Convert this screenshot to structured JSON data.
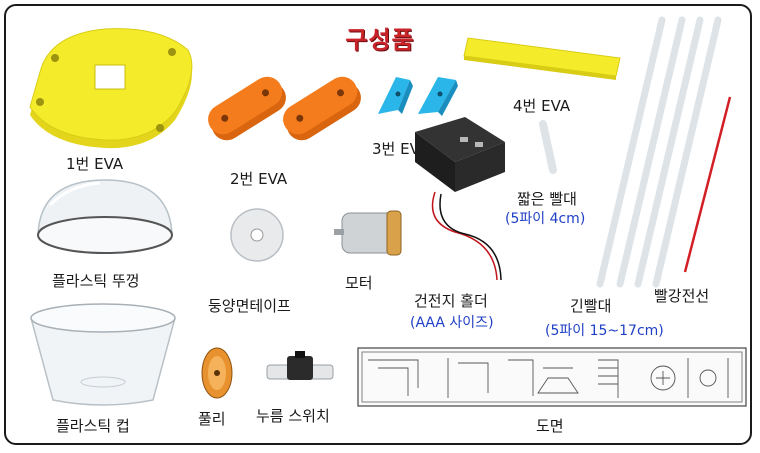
{
  "title": "구성품",
  "parts": {
    "eva1": "1번 EVA",
    "eva2": "2번 EVA",
    "eva3": "3번 EVA",
    "eva4": "4번 EVA",
    "dome": "플라스틱 뚜껑",
    "tape": "둥양면테이프",
    "motor": "모터",
    "battery": "건전지 홀더",
    "battery_sub": "(AAA 사이즈)",
    "short_straw": "짧은 빨대",
    "short_straw_sub": "(5파이 4cm)",
    "long_straw": "긴빨대",
    "long_straw_sub": "(5파이 15~17cm)",
    "red_wire": "빨강전선",
    "cup": "플라스틱 컵",
    "pulley": "풀리",
    "switch": "누름 스위치",
    "blueprint": "도면"
  },
  "colors": {
    "title": "#c8242a",
    "yellow": "#f4ec2a",
    "orange": "#f57c1c",
    "cyan": "#2ab6e8",
    "blue_text": "#1f3fc6",
    "red_wire": "#d21f26"
  }
}
